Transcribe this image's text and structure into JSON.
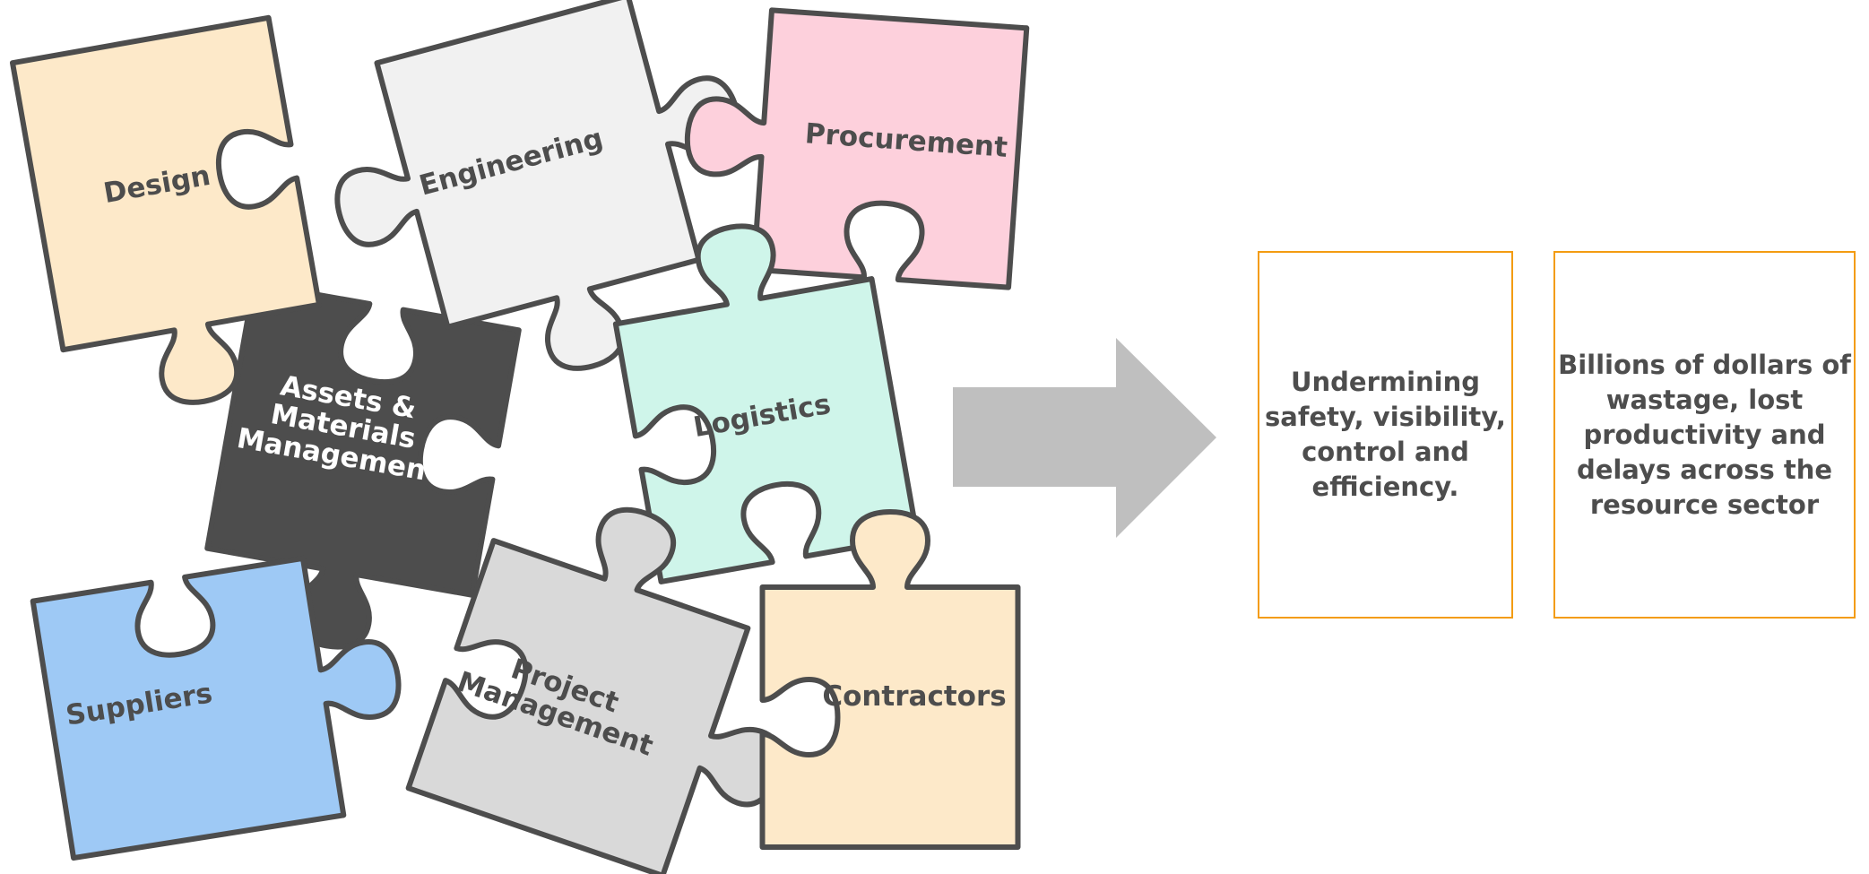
{
  "pieces": [
    {
      "id": "design",
      "label": "Design",
      "fill": "#fde9c9",
      "text_color": "#4d4d4d"
    },
    {
      "id": "engineering",
      "label": "Engineering",
      "fill": "#f1f1f1",
      "text_color": "#4d4d4d"
    },
    {
      "id": "procurement",
      "label": "Procurement",
      "fill": "#fdd0dc",
      "text_color": "#4d4d4d"
    },
    {
      "id": "assets",
      "label": "Assets &\nMaterials\nManagement",
      "fill": "#4d4d4d",
      "text_color": "#ffffff"
    },
    {
      "id": "logistics",
      "label": "Logistics",
      "fill": "#cff5ea",
      "text_color": "#4d4d4d"
    },
    {
      "id": "suppliers",
      "label": "Suppliers",
      "fill": "#9ec9f5",
      "text_color": "#4d4d4d"
    },
    {
      "id": "project",
      "label": "Project\nManagement",
      "fill": "#d9d9d9",
      "text_color": "#4d4d4d"
    },
    {
      "id": "contractors",
      "label": "Contractors",
      "fill": "#fde9c9",
      "text_color": "#4d4d4d"
    }
  ],
  "outcomes": [
    {
      "text": "Undermining\nsafety, visibility,\ncontrol and\nefficiency."
    },
    {
      "text": "Billions of dollars of\nwastage, lost\nproductivity and\ndelays across the\nresource sector"
    }
  ],
  "colors": {
    "outline": "#4d4d4d",
    "arrow": "#bfbfbf",
    "box_border": "#f39c12"
  }
}
